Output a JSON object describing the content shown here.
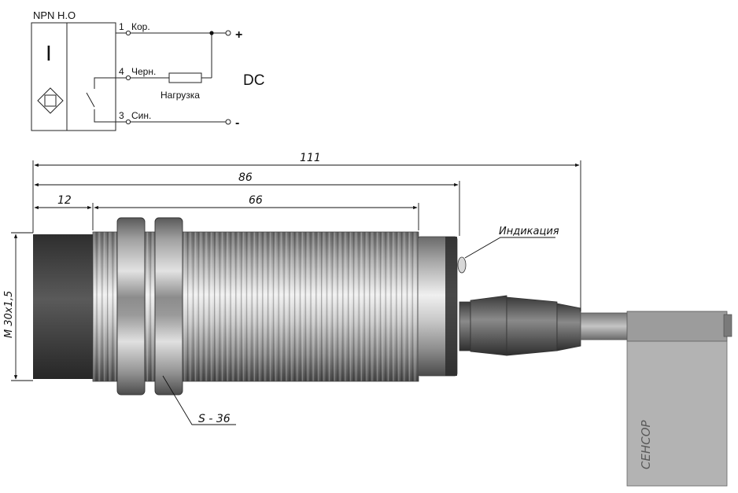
{
  "schematic": {
    "title": "NPN Н.О",
    "pins": [
      {
        "num": "1",
        "name": "Кор."
      },
      {
        "num": "4",
        "name": "Черн."
      },
      {
        "num": "3",
        "name": "Син."
      }
    ],
    "load_label": "Нагрузка",
    "supply_label": "DC",
    "plus": "+",
    "minus": "-",
    "block_symbol": "I"
  },
  "drawing": {
    "dimensions": {
      "overall": "111",
      "body": "86",
      "thread": "66",
      "face": "12",
      "thread_size": "M 30х1,5",
      "nut_size": "S - 36"
    },
    "indicator_label": "Индикация",
    "brand_label": "СЕНСОР"
  },
  "colors": {
    "line": "#111111",
    "metal_dark": "#5f5f5f",
    "metal_light": "#e6e6e6",
    "face": "#3c3c3c",
    "label_panel": "#a9a9a9"
  }
}
